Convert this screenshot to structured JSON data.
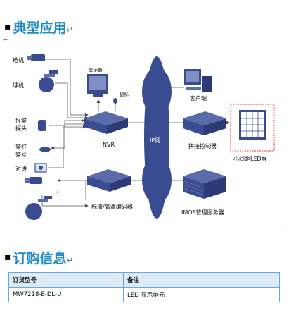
{
  "section1": {
    "title": "典型应用",
    "mark": "↵"
  },
  "section2": {
    "title": "订购信息",
    "mark": "↵"
  },
  "marks": {
    "arrow_left": "←",
    "dot": "."
  },
  "diagram": {
    "devices": {
      "gun_camera": "枪机",
      "dome_camera": "球机",
      "alarm_probe_line1": "报警",
      "alarm_probe_line2": "探头",
      "alarm_light_line1": "警灯",
      "alarm_light_line2": "警号",
      "intercom": "对讲",
      "monitor": "显示器",
      "mouse": "鼠标",
      "nvr": "NVR",
      "ip_network": "IP网",
      "client": "客户端",
      "splicing_controller": "拼接控制器",
      "led_screen": "小间距LED屏",
      "encoder": "标清/高清编码器",
      "imos_server": "IMOS管理服务器",
      "ellipsis": "⋮"
    }
  },
  "order_table": {
    "headers": [
      "订货型号",
      "备注"
    ],
    "rows": [
      [
        "MW7218-E-DL-U",
        "LED 显示单元"
      ]
    ]
  },
  "colors": {
    "accent_title": "#1f8bc6",
    "device_blue": "#3a4c91",
    "table_header": "#ddebf7",
    "border": "#6aa6d6"
  }
}
